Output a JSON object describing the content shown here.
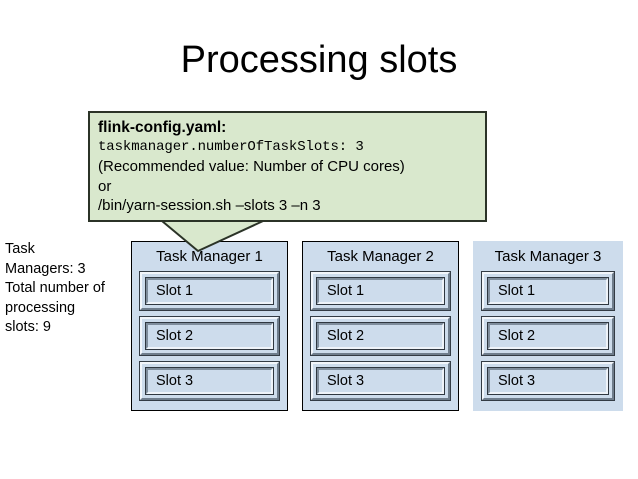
{
  "slide": {
    "title": "Processing slots",
    "background_color": "#ffffff"
  },
  "callout": {
    "background_color": "#d9e8cd",
    "border_color": "#2b3327",
    "lines": [
      {
        "text": "flink-config.yaml:",
        "style": "bold"
      },
      {
        "text": "taskmanager.numberOfTaskSlots: 3",
        "style": "mono"
      },
      {
        "text": "(Recommended value: Number of CPU cores)",
        "style": "normal"
      },
      {
        "text": "or",
        "style": "normal"
      },
      {
        "text": "/bin/yarn-session.sh –slots 3 –n 3",
        "style": "normal"
      }
    ],
    "line_0": "flink-config.yaml:",
    "line_1": "taskmanager.numberOfTaskSlots: 3",
    "line_2": "(Recommended value: Number of CPU cores)",
    "line_3": "or",
    "line_4": "/bin/yarn-session.sh –slots 3 –n 3"
  },
  "left_note": {
    "lines": [
      "Task",
      "Managers: 3",
      "Total number of",
      "processing",
      "slots: 9"
    ],
    "line_0": "Task",
    "line_1": "Managers: 3",
    "line_2": "Total number of",
    "line_3": "processing",
    "line_4": "slots: 9"
  },
  "task_managers": {
    "box_color": "#cddcec",
    "slot_color": "#cddcec",
    "items": [
      {
        "title": "Task Manager 1",
        "slots": [
          "Slot 1",
          "Slot 2",
          "Slot 3"
        ]
      },
      {
        "title": "Task Manager 2",
        "slots": [
          "Slot 1",
          "Slot 2",
          "Slot 3"
        ]
      },
      {
        "title": "Task Manager 3",
        "slots": [
          "Slot 1",
          "Slot 2",
          "Slot 3"
        ]
      }
    ]
  }
}
